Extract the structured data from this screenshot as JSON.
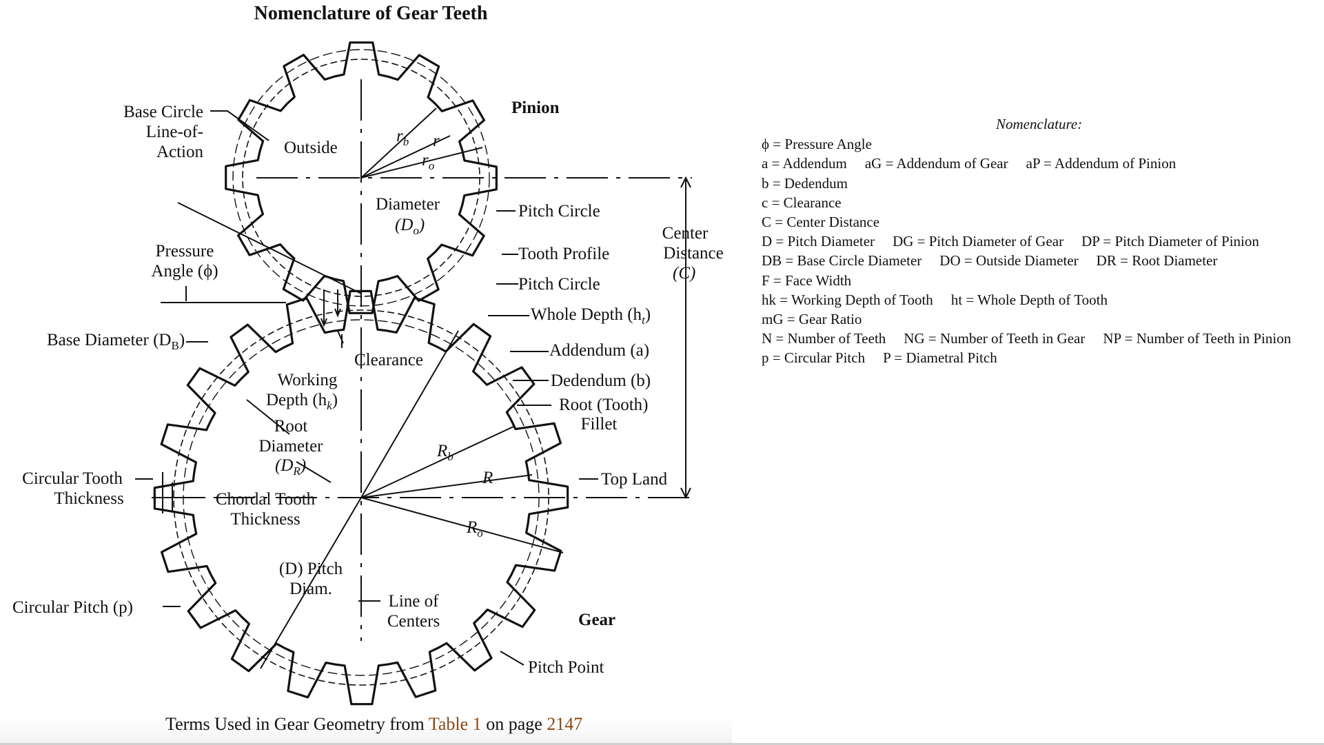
{
  "diagram": {
    "title": "Nomenclature of Gear Teeth",
    "pinion_label": "Pinion",
    "gear_label": "Gear",
    "labels": {
      "base_circle": "Base Circle",
      "line_of": "Line-of-",
      "action": "Action",
      "outside": "Outside",
      "diameter": "Diameter",
      "do": "(D",
      "do_sub": "o",
      "rb": "r",
      "rb_sub": "b",
      "r": "r",
      "ro": "r",
      "ro_sub": "o",
      "pitch_circle_1": "Pitch Circle",
      "tooth_profile": "Tooth Profile",
      "pitch_circle_2": "Pitch Circle",
      "pressure": "Pressure",
      "angle": "Angle (ϕ)",
      "center": "Center",
      "distance": "Distance",
      "c": "(C)",
      "whole_depth": "Whole Depth (h",
      "whole_depth_sub": "t",
      "base_diameter": "Base Diameter (D",
      "base_diameter_sub": "B",
      "clearance": "Clearance",
      "addendum": "Addendum (a)",
      "dedendum": "Dedendum (b)",
      "working": "Working",
      "depth_hk": "Depth (h",
      "depth_hk_sub": "k",
      "root_tooth": "Root (Tooth)",
      "fillet": "Fillet",
      "root": "Root",
      "root_diameter": "Diameter",
      "dr": "(D",
      "dr_sub": "R",
      "Rb": "R",
      "Rb_sub": "b",
      "R": "R",
      "top_land": "Top Land",
      "circ_tooth_1": "Circular Tooth",
      "circ_tooth_2": "Thickness",
      "chordal_1": "Chordal Tooth",
      "chordal_2": "Thickness",
      "Ro": "R",
      "Ro_sub": "o",
      "d_pitch": "(D) Pitch",
      "diam": "Diam.",
      "circular_pitch": "Circular Pitch (p)",
      "line_of_centers_1": "Line of",
      "line_of_centers_2": "Centers",
      "pitch_point": "Pitch Point"
    },
    "caption": {
      "prefix": "Terms Used in Gear Geometry from ",
      "link": "Table 1",
      "mid": " on page ",
      "page": "2147"
    }
  },
  "nomenclature": {
    "heading": "Nomenclature:",
    "rows": [
      [
        "ϕ = Pressure Angle"
      ],
      [
        "a = Addendum",
        "aG = Addendum of Gear",
        "aP = Addendum of Pinion"
      ],
      [
        "b = Dedendum"
      ],
      [
        "c = Clearance"
      ],
      [
        "C = Center Distance"
      ],
      [
        "D = Pitch Diameter",
        "DG = Pitch Diameter of Gear",
        "DP = Pitch Diameter of Pinion"
      ],
      [
        "DB = Base Circle Diameter",
        "DO = Outside Diameter",
        "DR = Root Diameter"
      ],
      [
        "F = Face Width"
      ],
      [
        "hk = Working Depth of Tooth",
        "ht = Whole Depth of Tooth"
      ],
      [
        "mG = Gear Ratio"
      ],
      [
        "N = Number of Teeth",
        "NG = Number of Teeth in Gear",
        "NP = Number of Teeth in Pinion"
      ],
      [
        "p = Circular Pitch",
        "P = Diametral Pitch"
      ]
    ]
  }
}
